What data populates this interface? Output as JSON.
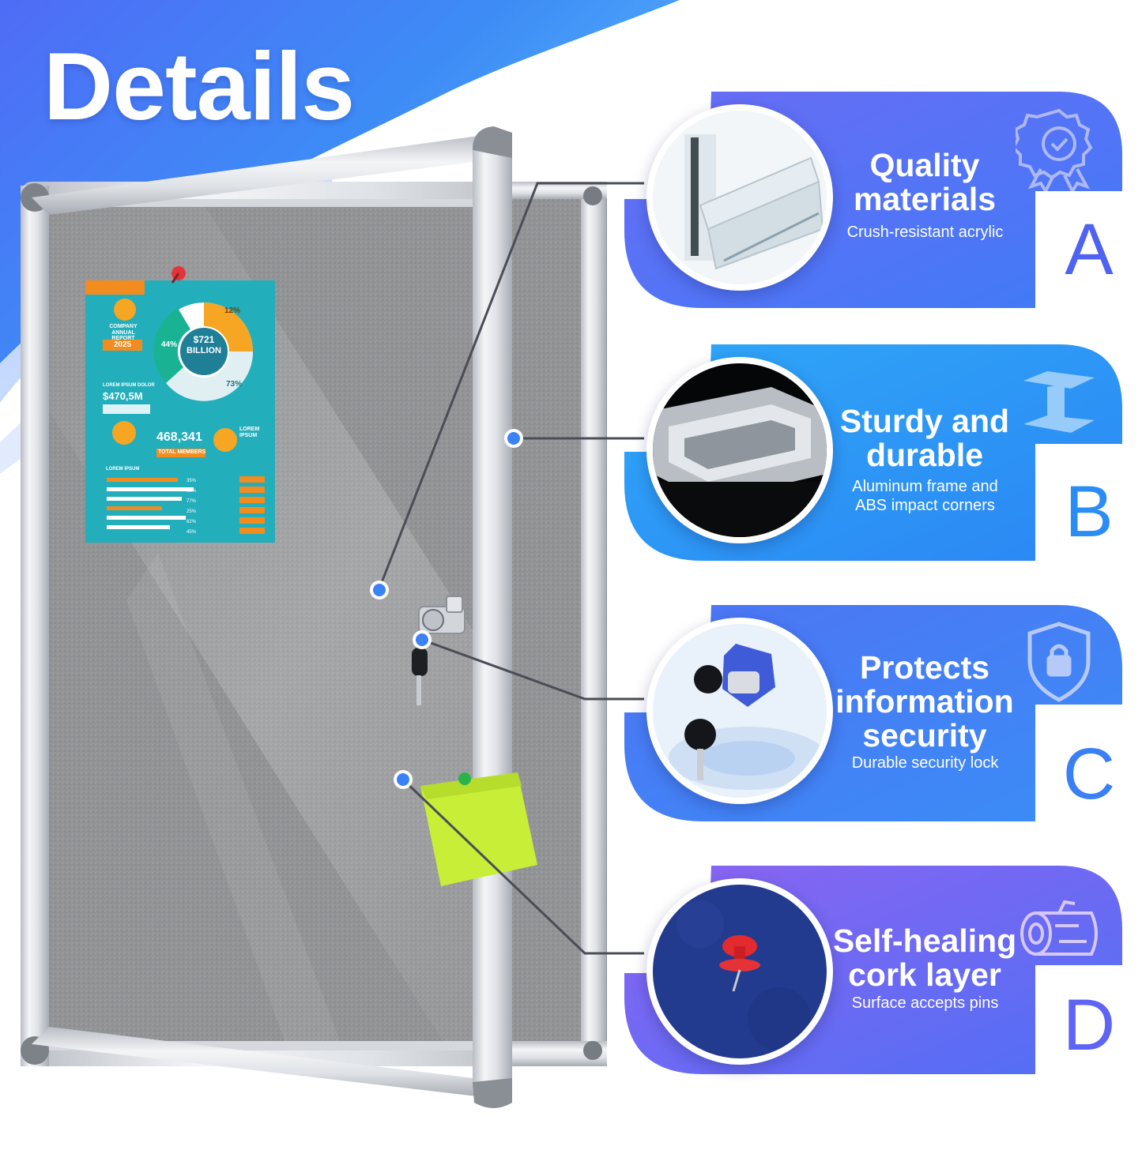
{
  "title": "Details",
  "features": [
    {
      "heading_lines": [
        "Quality",
        "materials"
      ],
      "subtext_lines": [
        "Crush-resistant acrylic"
      ],
      "letter": "A",
      "icon": "award-badge-icon",
      "color_start": "#6a6cf5",
      "color_end": "#3f7bf6"
    },
    {
      "heading_lines": [
        "Sturdy and",
        "durable"
      ],
      "subtext_lines": [
        "Aluminum frame and",
        "ABS impact corners"
      ],
      "letter": "B",
      "icon": "i-beam-icon",
      "color_start": "#2fa7f7",
      "color_end": "#2b86f4"
    },
    {
      "heading_lines": [
        "Protects",
        "information",
        "security"
      ],
      "subtext_lines": [
        "Durable security lock"
      ],
      "letter": "C",
      "icon": "shield-lock-icon",
      "color_start": "#4e74f4",
      "color_end": "#3a8df6"
    },
    {
      "heading_lines": [
        "Self-healing",
        "cork layer"
      ],
      "subtext_lines": [
        "Surface accepts pins"
      ],
      "letter": "D",
      "icon": "log-icon",
      "color_start": "#8c64f2",
      "color_end": "#4f6ff4"
    }
  ],
  "poster": {
    "report_title": "COMPANY ANNUAL REPORT",
    "year": "2025",
    "big_value": "$721",
    "big_unit": "BILLION",
    "pct_top_left": "12%",
    "pct_top_right": "12%",
    "pct_left": "44%",
    "pct_bottom": "73%",
    "small_value": "$470,5M",
    "lorem_label": "LOREM IPSUM DOLOR",
    "members_value": "468,341",
    "members_label": "TOTAL MEMBERS",
    "lorem_side": "LOREM IPSUM",
    "lorem_small": "LOREM IPSUM",
    "bar_pcts": [
      "35%",
      "63%",
      "77%",
      "25%",
      "62%",
      "45%"
    ]
  }
}
